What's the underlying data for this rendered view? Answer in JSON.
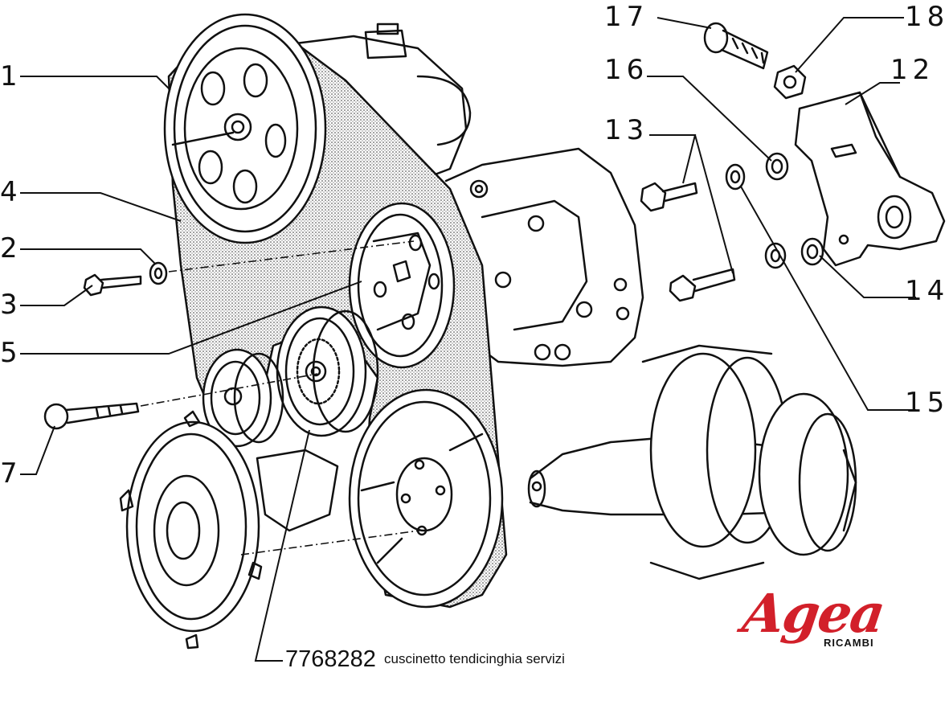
{
  "callouts": {
    "c1": "1",
    "c2": "2",
    "c3": "3",
    "c4": "4",
    "c5": "5",
    "c7": "7",
    "c12": "12",
    "c13": "13",
    "c14": "14",
    "c15": "15",
    "c16": "16",
    "c17": "17",
    "c18": "18"
  },
  "caption": {
    "part_code": "7768282",
    "description": "cuscinetto tendicinghia servizi"
  },
  "logo": {
    "word": "Agea",
    "sub": "RICAMBI",
    "color": "#d2202a"
  }
}
